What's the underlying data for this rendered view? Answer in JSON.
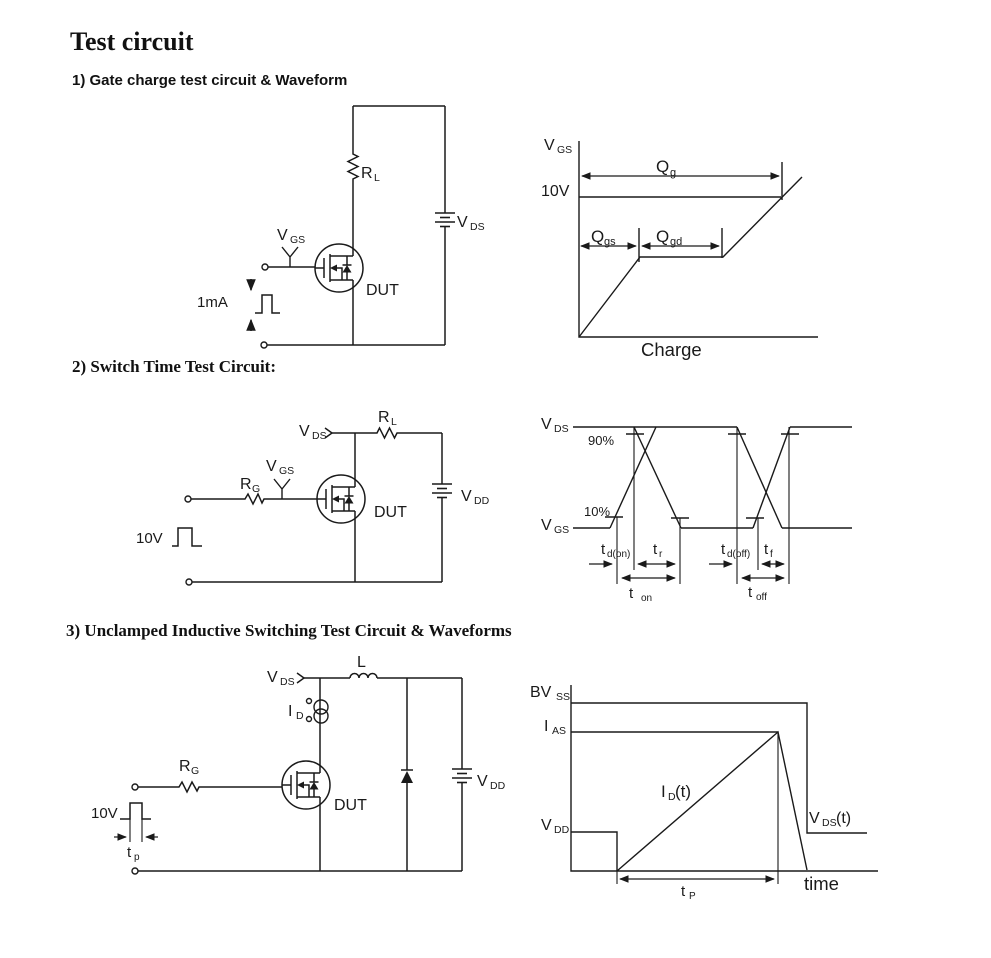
{
  "page": {
    "title": "Test circuit",
    "ink": "#1a1a1a",
    "background": "#ffffff"
  },
  "sections": {
    "s1": "1) Gate charge test circuit & Waveform",
    "s2": "2) Switch Time Test Circuit:",
    "s3": "3) Unclamped Inductive Switching Test Circuit & Waveforms"
  },
  "circuit1": {
    "rl_main": "R",
    "rl_sub": "L",
    "vds_main": "V",
    "vds_sub": "DS",
    "vgs_main": "V",
    "vgs_sub": "GS",
    "dut": "DUT",
    "source_current": "1mA"
  },
  "waveform1": {
    "yaxis_main": "V",
    "yaxis_sub": "GS",
    "level_10v": "10V",
    "qg_main": "Q",
    "qg_sub": "g",
    "qgs_main": "Q",
    "qgs_sub": "gs",
    "qgd_main": "Q",
    "qgd_sub": "gd",
    "xaxis": "Charge"
  },
  "circuit2": {
    "vds_main": "V",
    "vds_sub": "DS",
    "rl_main": "R",
    "rl_sub": "L",
    "vgs_main": "V",
    "vgs_sub": "GS",
    "rg_main": "R",
    "rg_sub": "G",
    "dut": "DUT",
    "vdd_main": "V",
    "vdd_sub": "DD",
    "pulse": "10V"
  },
  "waveform2": {
    "vds_main": "V",
    "vds_sub": "DS",
    "vgs_main": "V",
    "vgs_sub": "GS",
    "p90": "90%",
    "p10": "10%",
    "td_on_main": "t",
    "td_on_sub": "d(on)",
    "tr_main": "t",
    "tr_sub": "r",
    "td_off_main": "t",
    "td_off_sub": "d(off)",
    "tf_main": "t",
    "tf_sub": "f",
    "ton_main": "t",
    "ton_sub": "on",
    "toff_main": "t",
    "toff_sub": "off"
  },
  "circuit3": {
    "vds_main": "V",
    "vds_sub": "DS",
    "inductor": "L",
    "id_main": "I",
    "id_sub": "D",
    "rg_main": "R",
    "rg_sub": "G",
    "dut": "DUT",
    "vdd_main": "V",
    "vdd_sub": "DD",
    "pulse": "10V",
    "tp_main": "t",
    "tp_sub": "p"
  },
  "waveform3": {
    "bvss_main": "BV",
    "bvss_sub": "SS",
    "ias_main": "I",
    "ias_sub": "AS",
    "vdd_main": "V",
    "vdd_sub": "DD",
    "idt_main": "I",
    "idt_sub": "D",
    "idt_tail": "(t)",
    "vdst_main": "V",
    "vdst_sub": "DS",
    "vdst_tail": "(t)",
    "tp_main": "t",
    "tp_sub": "P",
    "xaxis": "time"
  }
}
